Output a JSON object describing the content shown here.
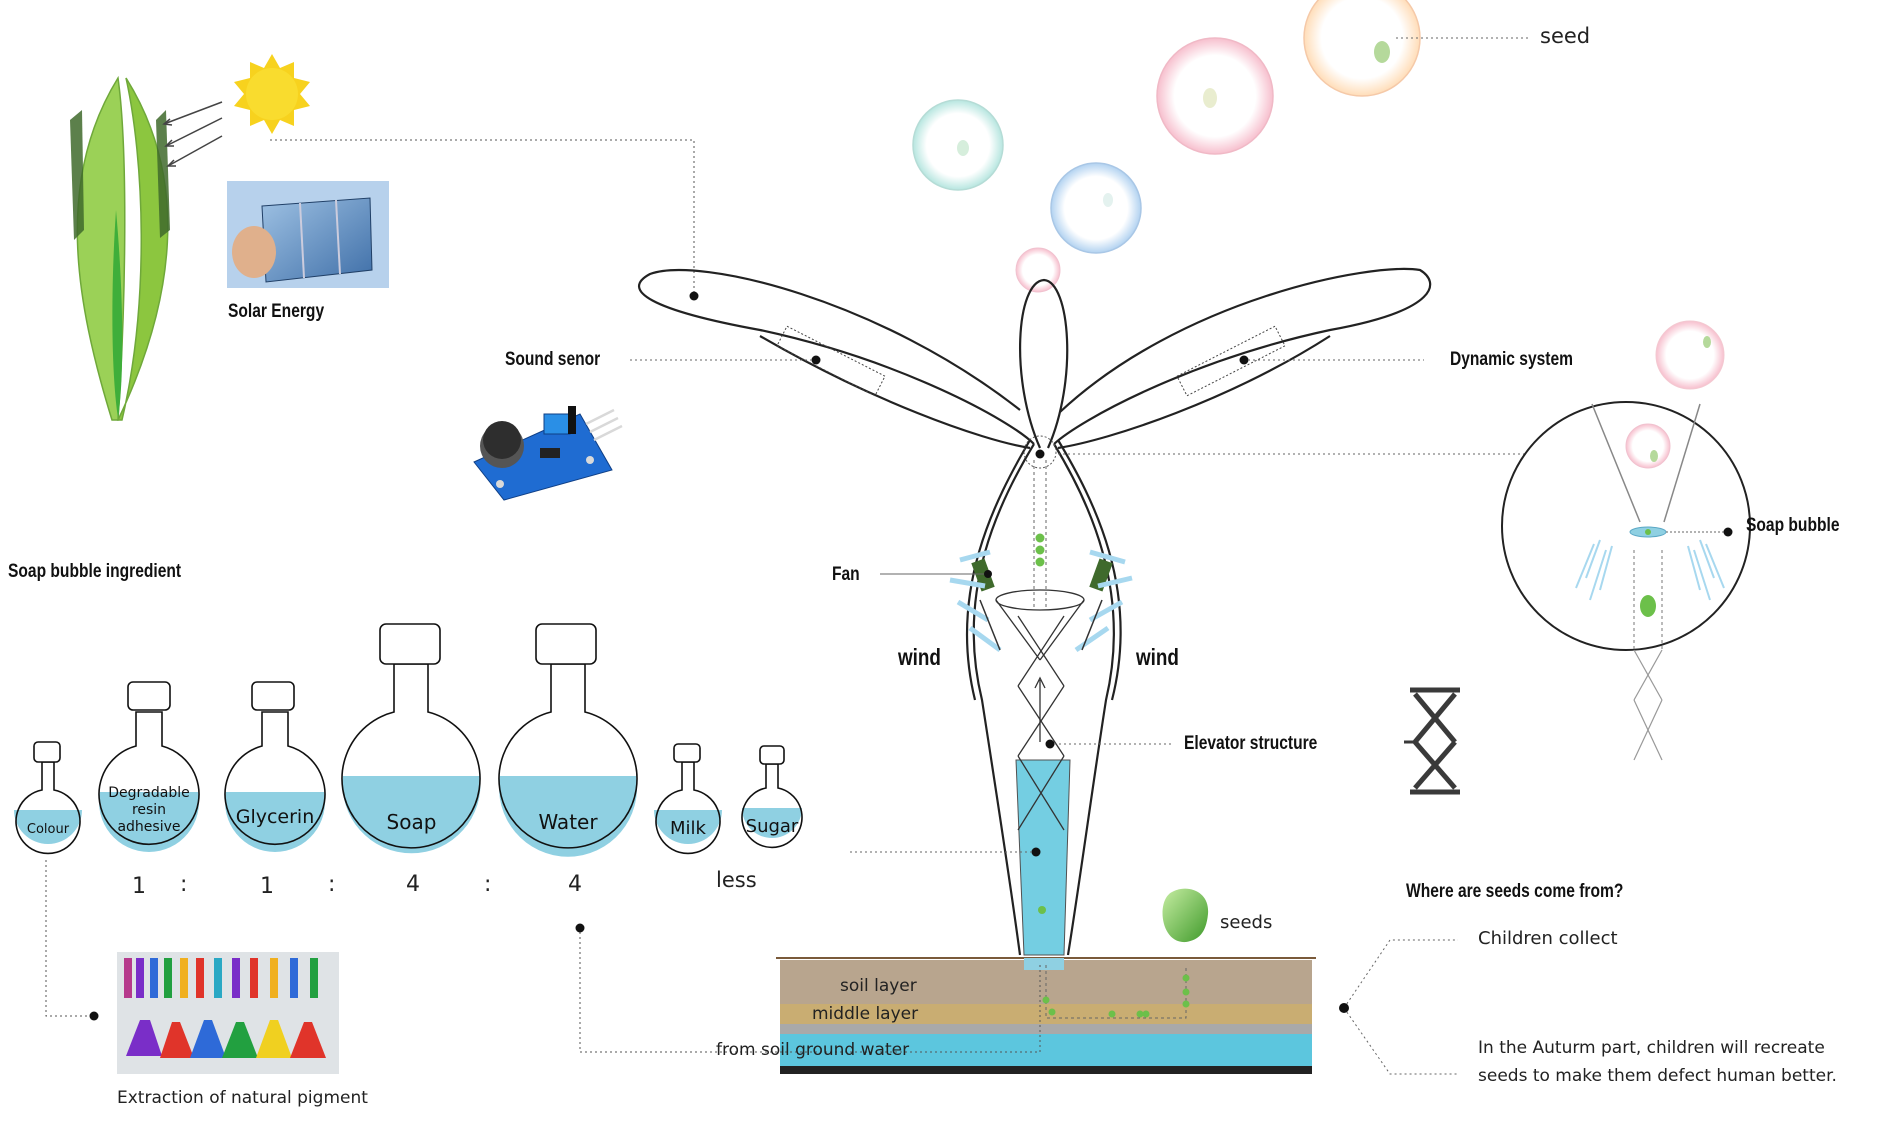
{
  "labels": {
    "seed": "seed",
    "solar_energy": "Solar Energy",
    "sound_sensor": "Sound senor",
    "dynamic_system": "Dynamic system",
    "soap_bubble": "Soap bubble",
    "soap_bubble_ingredient": "Soap bubble ingredient",
    "fan": "Fan",
    "wind_left": "wind",
    "wind_right": "wind",
    "elevator_structure": "Elevator structure",
    "seeds": "seeds",
    "where_seeds": "Where are seeds come from?",
    "children_collect": "Children collect",
    "autumn_line1": "In the Auturm part, children will recreate",
    "autumn_line2": "seeds to make them defect human better.",
    "soil_layer": "soil layer",
    "middle_layer": "middle layer",
    "ground_water": "from soil ground water",
    "extraction": "Extraction of natural pigment"
  },
  "ingredients": {
    "colour": "Colour",
    "resin_line1": "Degradable",
    "resin_line2": "resin",
    "resin_line3": "adhesive",
    "glycerin": "Glycerin",
    "soap": "Soap",
    "water": "Water",
    "milk": "Milk",
    "sugar": "Sugar"
  },
  "ratio": {
    "r1": "1",
    "r2": "1",
    "r3": "4",
    "r4": "4",
    "sep": ":",
    "less": "less"
  },
  "colors": {
    "liquid": "#8fd0e2",
    "water_layer": "#5cc6de",
    "soil": "#b8a58e",
    "middle": "#c9ad72",
    "plant_green": "#8cc63f",
    "sun": "#f7d21e",
    "seed_green": "#6cc04a"
  }
}
